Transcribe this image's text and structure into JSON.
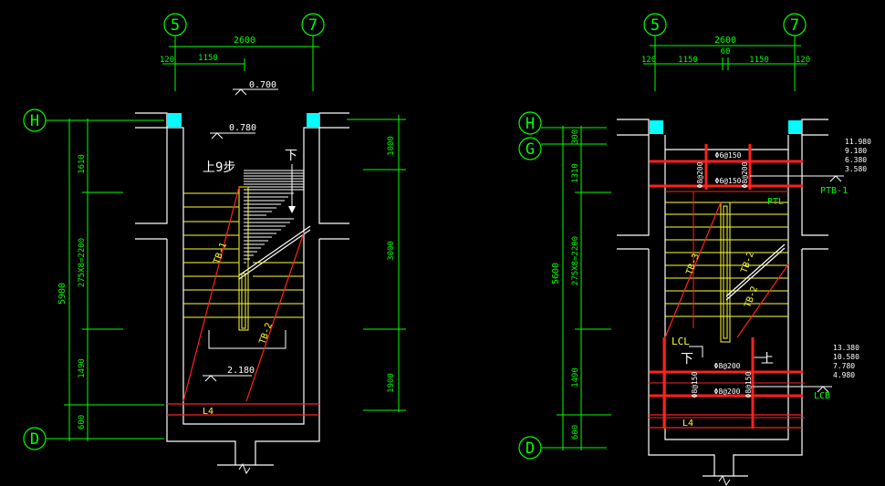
{
  "colors": {
    "background": "#000000",
    "dimension": "#00ff00",
    "wall": "#ffffff",
    "stair": "#ffff33",
    "rebar": "#ff2020",
    "column": "#00ffff"
  },
  "left_plan": {
    "axis_top": [
      "5",
      "7"
    ],
    "axis_left": [
      "H",
      "D"
    ],
    "dim_top_total": "2600",
    "dim_top_a": "120",
    "dim_top_b": "1150",
    "elev_top": "0.700",
    "elev_landing": "0.780",
    "elev_bottom": "2.180",
    "up_label": "上9步",
    "down_label": "下",
    "tb1": "TB-1",
    "tb2": "TB-2",
    "beam": "L4",
    "dims_left": [
      "1610",
      "275X8=2200",
      "1490",
      "600"
    ],
    "dim_left_total": "5900",
    "dims_right": [
      "1000",
      "3000",
      "1900"
    ]
  },
  "right_plan": {
    "axis_top": [
      "5",
      "7"
    ],
    "axis_left": [
      "H",
      "G",
      "D"
    ],
    "dim_top_total": "2600",
    "dims_top": [
      "120",
      "1150",
      "60",
      "1150",
      "120"
    ],
    "dims_left": [
      "300",
      "1310",
      "275X8=2200",
      "1490",
      "600"
    ],
    "dim_left_total": "5600",
    "ptb_bars": [
      "Φ6@150",
      "Φ6@150",
      "Φ8@200",
      "Φ8@200"
    ],
    "ptb_label": "PTB-1",
    "ptl_label": "PTL",
    "elev_ptb": [
      "11.980",
      "9.180",
      "6.380",
      "3.580"
    ],
    "tb2": "TB-2",
    "tb3": "TB-3",
    "lcl_label": "LCL",
    "down_label": "下",
    "up_label": "上",
    "lcb_bars": [
      "Φ8@200",
      "Φ8@150",
      "Φ8@200",
      "Φ8@150"
    ],
    "elev_lcb": [
      "13.380",
      "10.580",
      "7.780",
      "4.980"
    ],
    "lcb_label": "LCB",
    "beam": "L4"
  }
}
